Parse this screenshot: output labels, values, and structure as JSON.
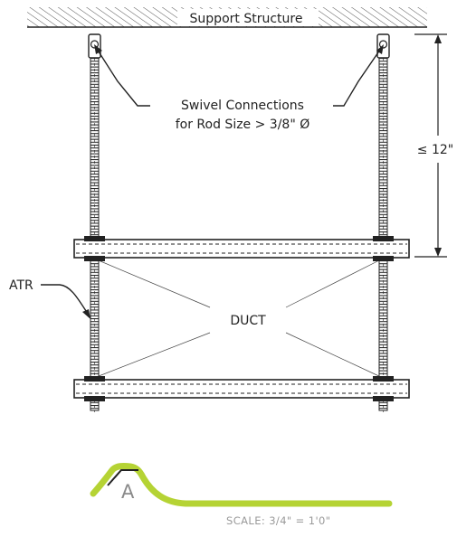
{
  "labels": {
    "support": "Support Structure",
    "swivel_line1": "Swivel Connections",
    "swivel_line2": "for Rod Size > 3/8\" Ø",
    "dimension": "≤ 12\"",
    "atr": "ATR",
    "duct": "DUCT",
    "scale": "SCALE: 3/4\" = 1'0\"",
    "mark": "A"
  },
  "colors": {
    "line": "#222222",
    "hatch": "#555555",
    "highlight": "#b5d334",
    "scale_text": "#9a9a9a"
  }
}
